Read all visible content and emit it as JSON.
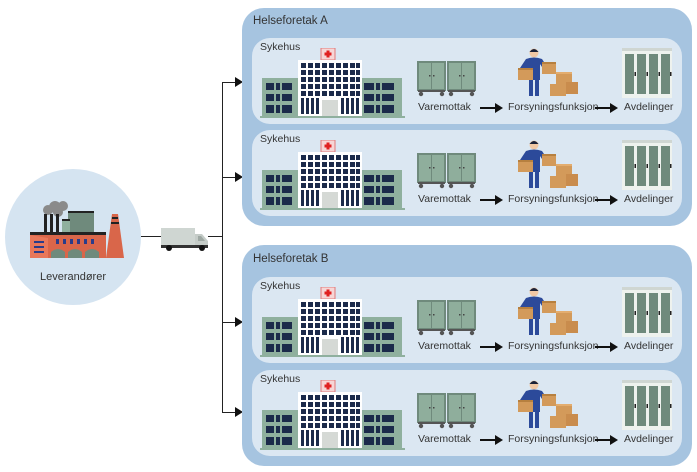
{
  "supplier": {
    "label": "Leverandører",
    "icon": "factory-icon"
  },
  "transport": {
    "icon": "truck-icon"
  },
  "organizations": [
    {
      "title": "Helseforetak A",
      "hospitals": [
        {
          "title": "Sykehus",
          "steps": [
            "Varemottak",
            "Forsyningsfunksjon",
            "Avdelinger"
          ]
        },
        {
          "title": "Sykehus",
          "steps": [
            "Varemottak",
            "Forsyningsfunksjon",
            "Avdelinger"
          ]
        }
      ]
    },
    {
      "title": "Helseforetak B",
      "hospitals": [
        {
          "title": "Sykehus",
          "steps": [
            "Varemottak",
            "Forsyningsfunksjon",
            "Avdelinger"
          ]
        },
        {
          "title": "Sykehus",
          "steps": [
            "Varemottak",
            "Forsyningsfunksjon",
            "Avdelinger"
          ]
        }
      ]
    }
  ],
  "colors": {
    "org_bg": "#a6c4e0",
    "panel_bg": "#dbe7f2",
    "supplier_bg": "#d5e4f1",
    "building_green": "#8fb09e",
    "window_navy": "#1b2a4a",
    "cart_green": "#8fae9c",
    "box_brown": "#d39a5a",
    "factory_red": "#d9664a"
  }
}
